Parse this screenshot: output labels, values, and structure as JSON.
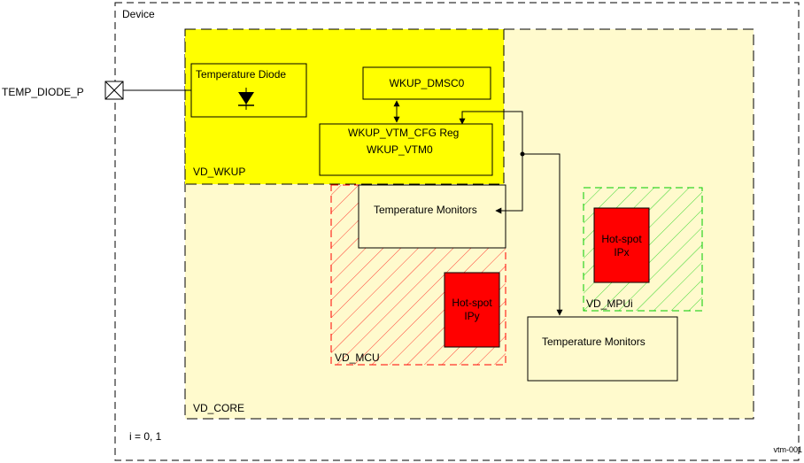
{
  "diagram": {
    "device_label": "Device",
    "pin_label": "TEMP_DIODE_P",
    "wkup": {
      "domain_label": "VD_WKUP",
      "temp_diode_label": "Temperature Diode",
      "dmsc_label": "WKUP_DMSC0",
      "vtm_cfg_label": "WKUP_VTM_CFG Reg",
      "vtm_label": "WKUP_VTM0"
    },
    "core": {
      "domain_label": "VD_CORE",
      "temp_monitors_label": "Temperature Monitors"
    },
    "mcu": {
      "domain_label": "VD_MCU",
      "temp_monitors_label": "Temperature Monitors",
      "hotspot_line1": "Hot-spot",
      "hotspot_line2": "IPy"
    },
    "mpu": {
      "domain_label": "VD_MPUi",
      "hotspot_line1": "Hot-spot",
      "hotspot_line2": "IPx"
    },
    "index_note": "i = 0, 1",
    "figure_id": "vtm-001",
    "colors": {
      "wkup_fill": "#ffff00",
      "core_fill": "#fffacd",
      "hotspot_fill": "#ff0000",
      "mcu_hatch": "#ff0000",
      "mpu_hatch": "#00cc00",
      "line": "#000000"
    }
  }
}
